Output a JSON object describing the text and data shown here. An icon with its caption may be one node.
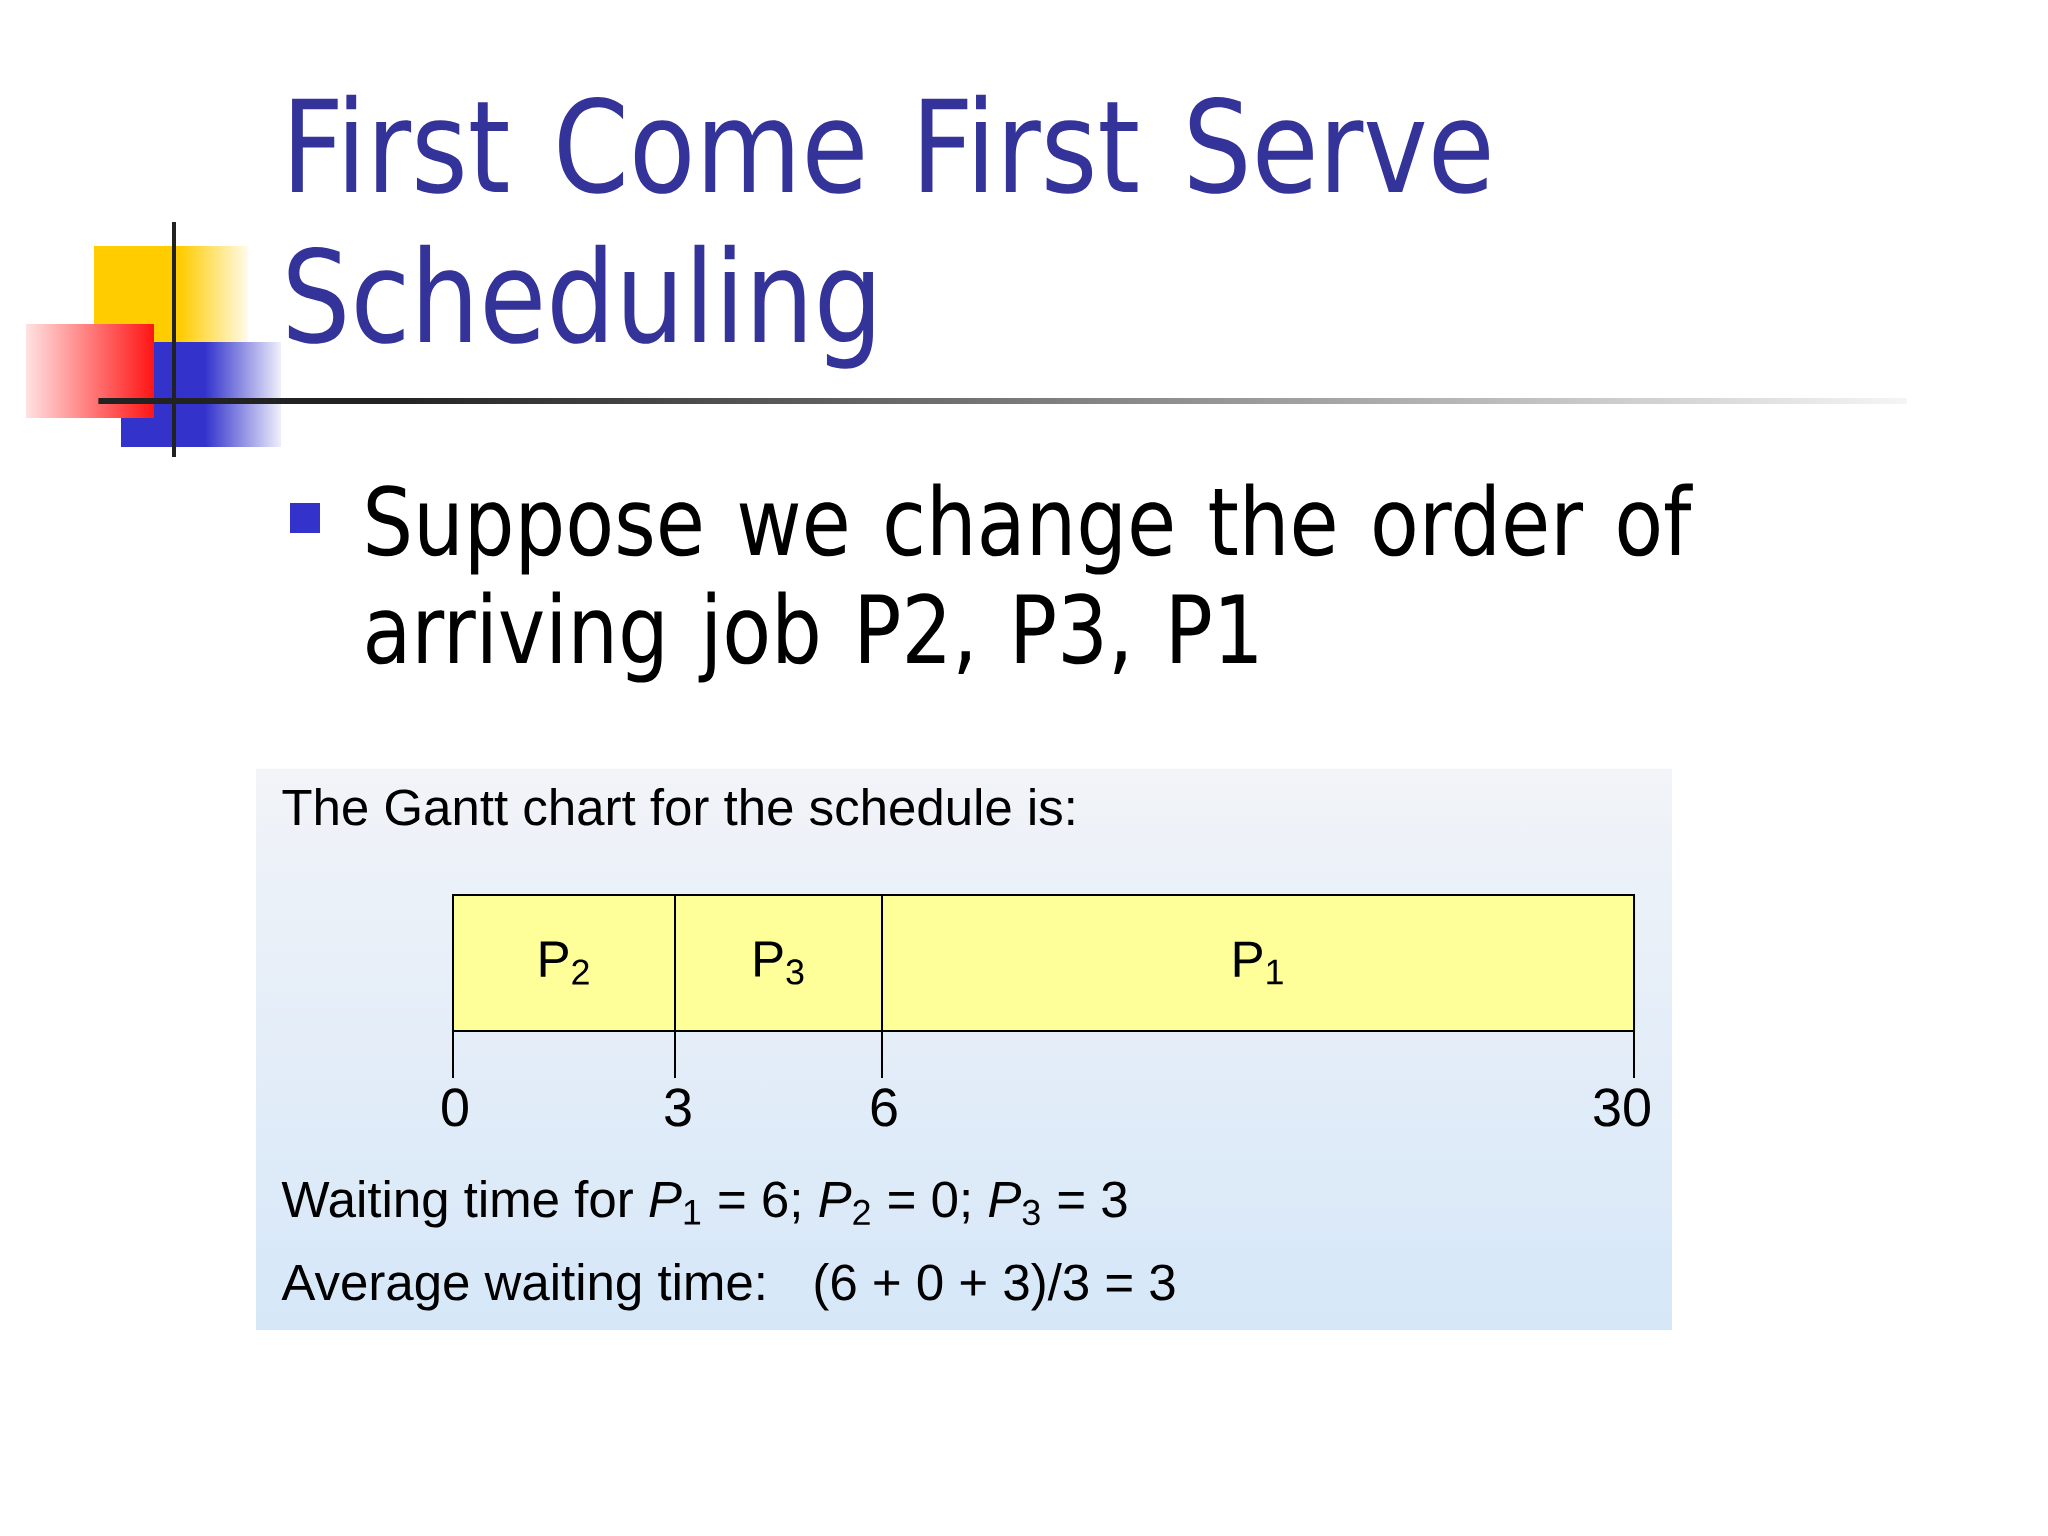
{
  "diagram": {
    "title": "First Come First Serve Scheduling",
    "nodes": [
      {
        "text": [
          "The Gantt chart for the schedule is:",
          "0",
          "3",
          "6",
          "30",
          "Waiting time for *P*$_{1}$ = 6; *P*$_{2}$ = 0; *P*$_{3}$ = 3",
          "Average waiting time:",
          "(6 + 0 + 3)/3 = 3"
        ]
      },
      {
        "text": [
          "P$_{2}$"
        ],
        "in": 0
      },
      {
        "text": [
          "P$_{3}$"
        ],
        "in": 0
      },
      {
        "text": [
          "P$_{1}$"
        ],
        "in": 0
      }
    ],
    "labels": [
      "Suppose we change the order of arriving job P2, P3, P1"
    ]
  }
}
